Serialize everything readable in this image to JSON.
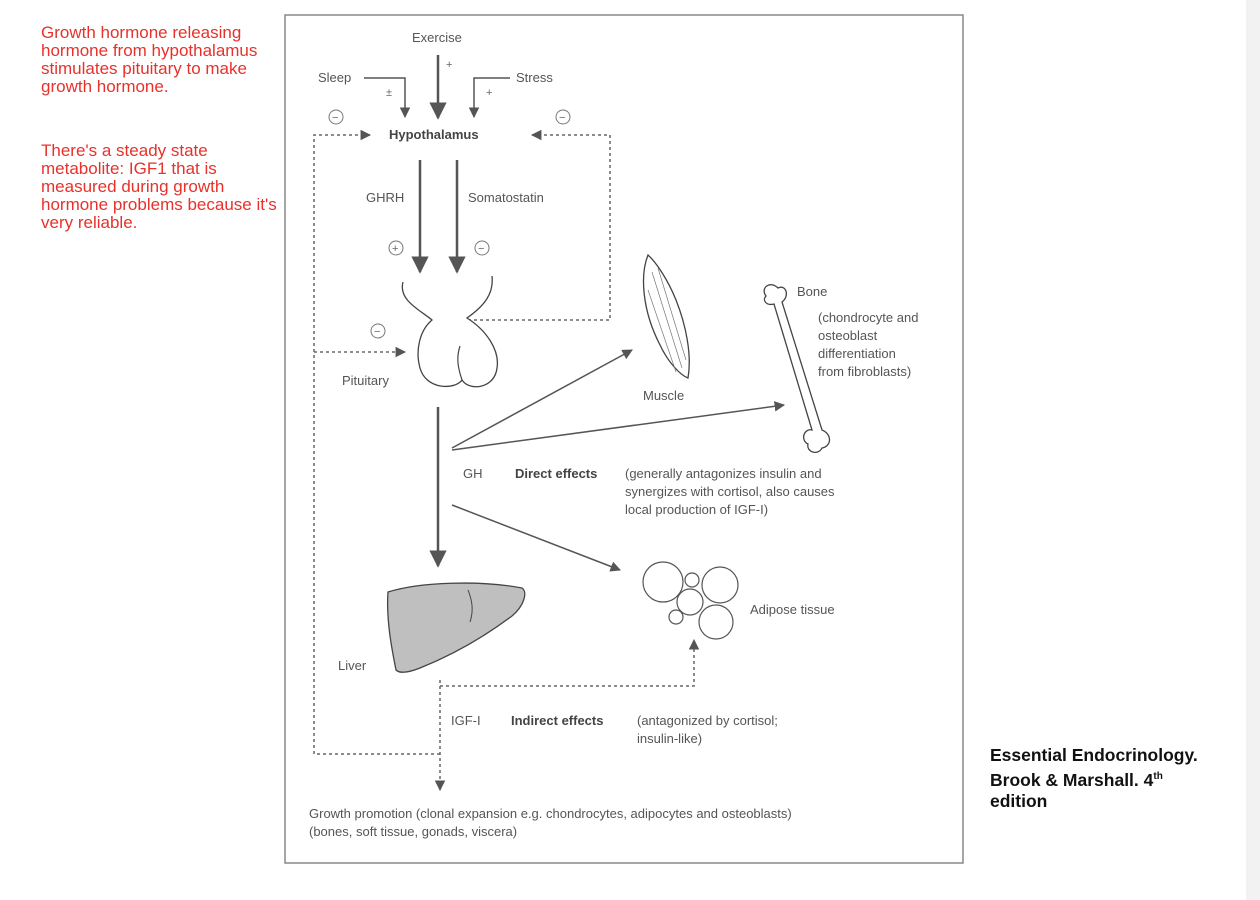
{
  "notes": {
    "note1": "Growth hormone releasing hormone from hypothalamus stimulates pituitary to make growth hormone.",
    "note2": "There's a steady state metabolite: IGF1 that is measured during growth hormone problems because it's very reliable."
  },
  "citation": {
    "line1": "Essential Endocrinology.",
    "line2": "Brook & Marshall. 4",
    "sup": "th",
    "line3": "edition"
  },
  "diagram": {
    "stimuli": {
      "exercise": "Exercise",
      "sleep": "Sleep",
      "stress": "Stress"
    },
    "signs": {
      "plus": "+",
      "plus_minus": "±",
      "minus": "−"
    },
    "hypothalamus": "Hypothalamus",
    "ghrh": "GHRH",
    "somatostatin": "Somatostatin",
    "pituitary": "Pituitary",
    "muscle": "Muscle",
    "bone": "Bone",
    "bone_note": [
      "(chondrocyte and",
      "osteoblast",
      "differentiation",
      "from fibroblasts)"
    ],
    "gh": "GH",
    "direct_effects": "Direct effects",
    "direct_note": [
      "(generally antagonizes insulin and",
      "synergizes with cortisol, also causes",
      "local production of IGF-I)"
    ],
    "adipose": "Adipose tissue",
    "liver": "Liver",
    "igf": "IGF-I",
    "indirect_effects": "Indirect effects",
    "indirect_note": [
      "(antagonized by cortisol;",
      "insulin-like)"
    ],
    "growth_promotion": [
      "Growth promotion (clonal expansion e.g. chondrocytes, adipocytes and osteoblasts)",
      "(bones, soft tissue, gonads, viscera)"
    ]
  }
}
